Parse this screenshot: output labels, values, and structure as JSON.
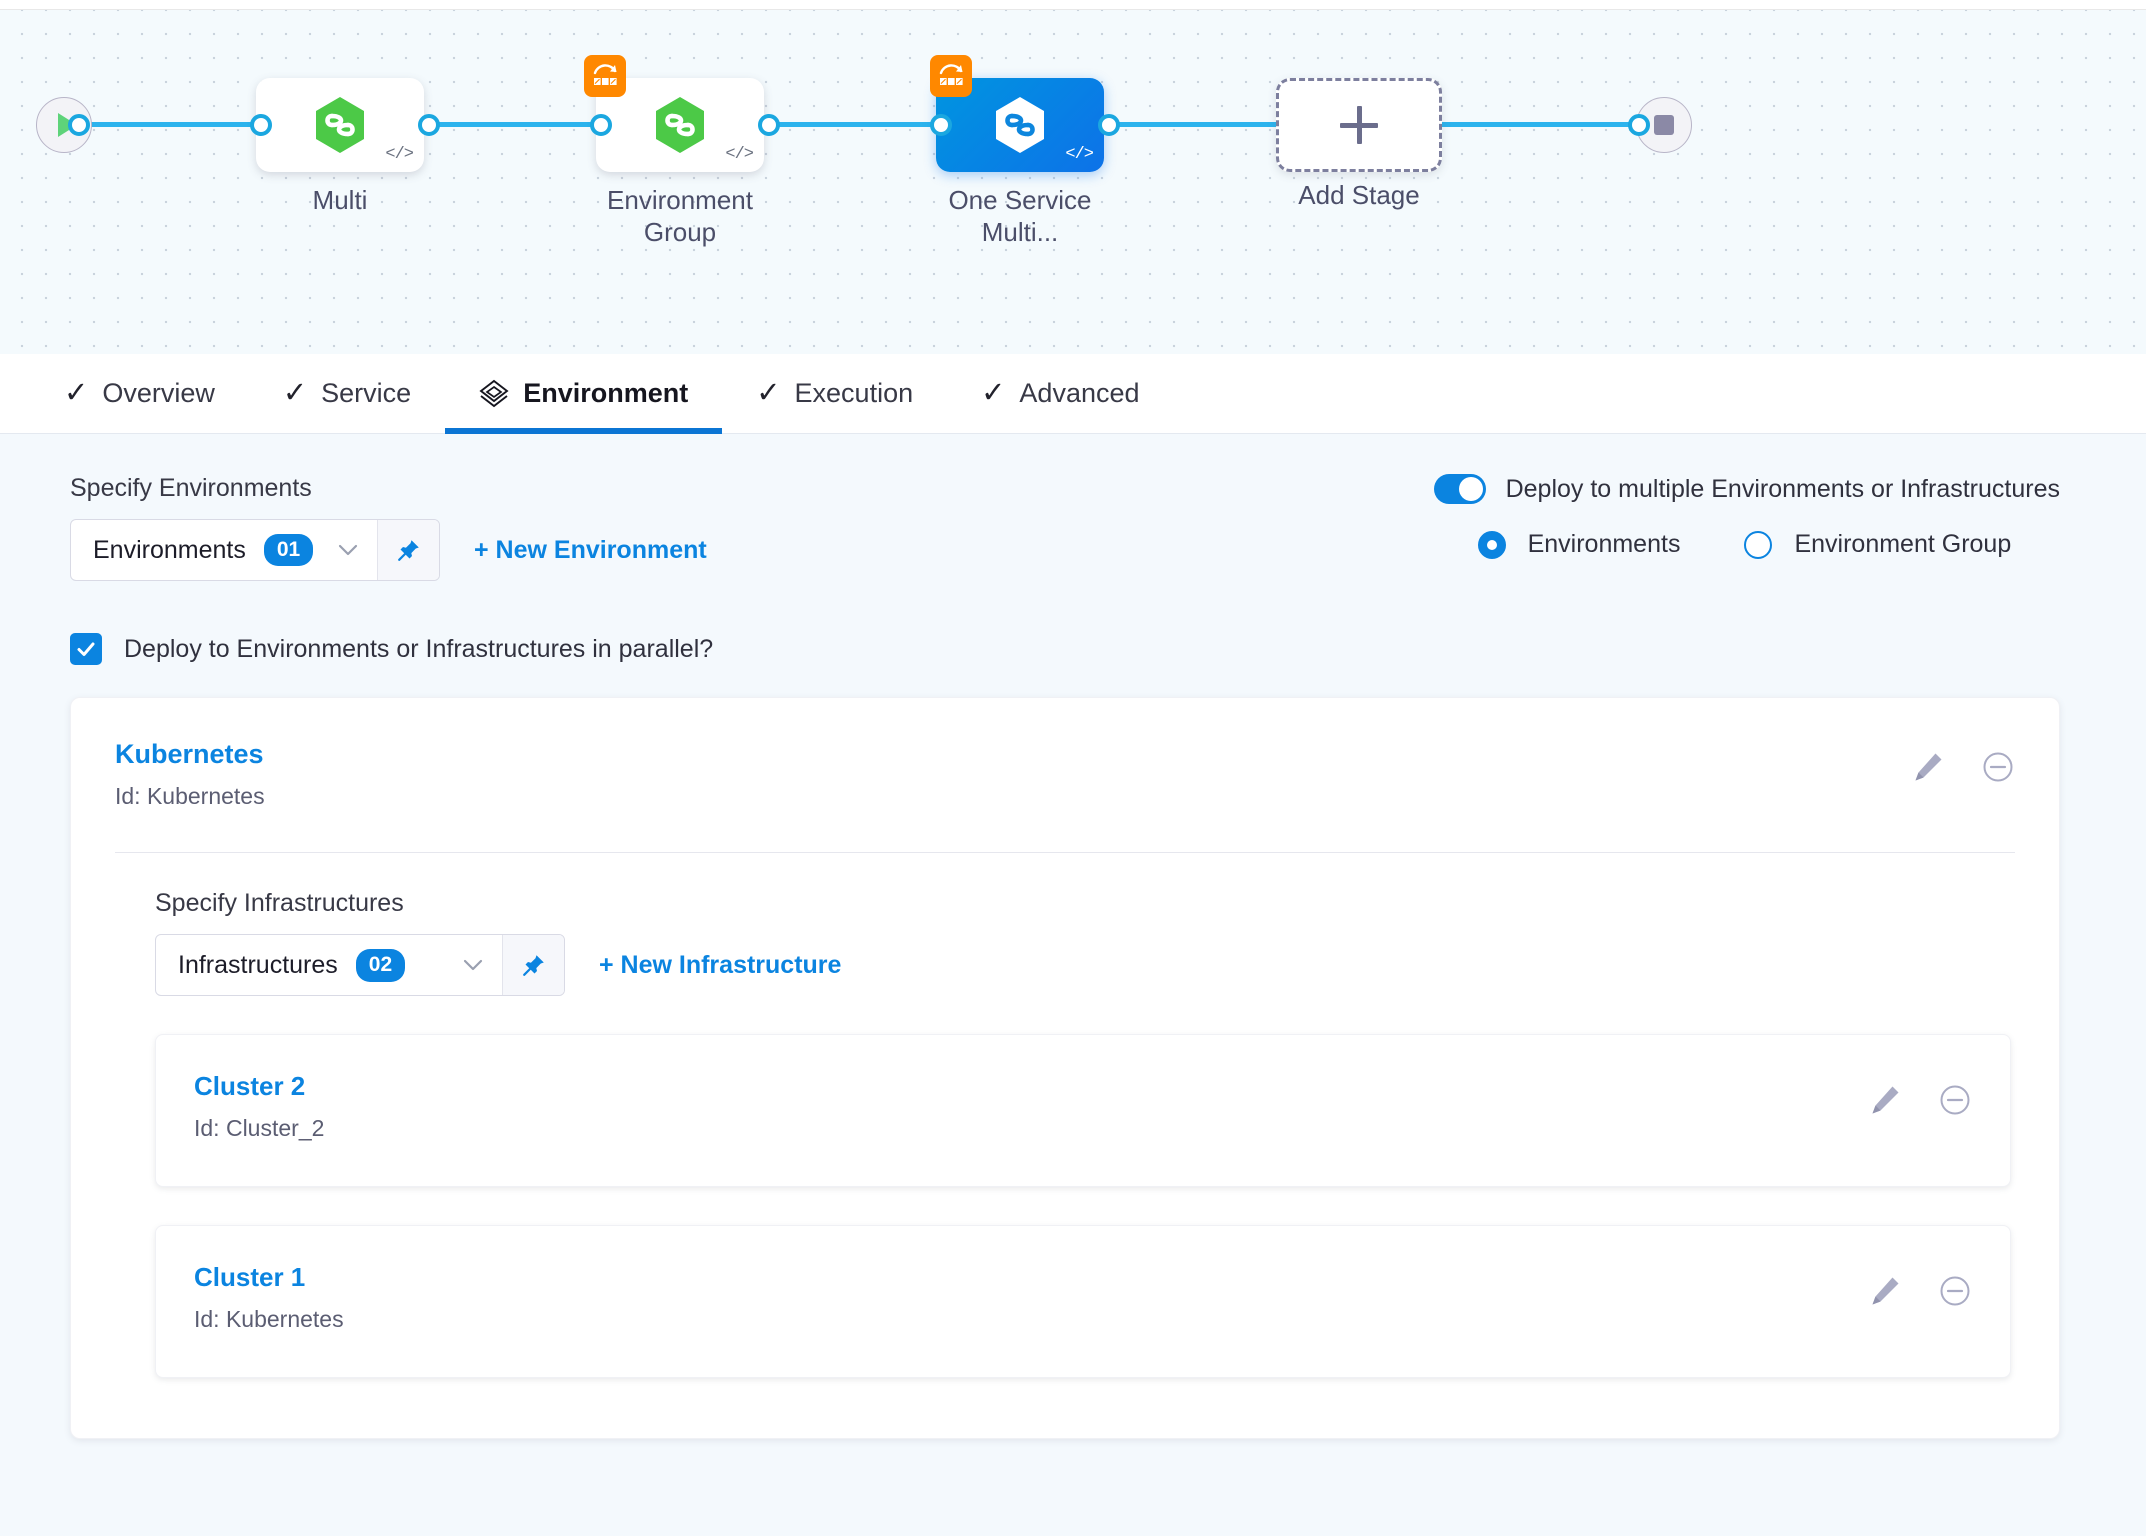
{
  "pipeline": {
    "start_node": {
      "name": "start-node",
      "icon": "play-icon"
    },
    "end_node": {
      "name": "end-node",
      "icon": "stop-icon"
    },
    "stages": [
      {
        "label": "Multi",
        "icon": "harness-service-hex-icon",
        "code_glyph": "</>",
        "selected": false,
        "badge": null
      },
      {
        "label": "Environment\nGroup",
        "label_line1": "Environment",
        "label_line2": "Group",
        "icon": "harness-service-hex-icon",
        "code_glyph": "</>",
        "selected": false,
        "badge": "multi-deploy-badge-icon"
      },
      {
        "label": "One Service\nMulti...",
        "label_line1": "One Service",
        "label_line2": "Multi...",
        "icon": "harness-service-hex-icon",
        "code_glyph": "</>",
        "selected": true,
        "badge": "multi-deploy-badge-icon"
      }
    ],
    "add_stage_label": "Add Stage"
  },
  "tabs": [
    {
      "label": "Overview",
      "icon": "check-icon",
      "active": false
    },
    {
      "label": "Service",
      "icon": "check-icon",
      "active": false
    },
    {
      "label": "Environment",
      "icon": "environment-layers-icon",
      "active": true
    },
    {
      "label": "Execution",
      "icon": "check-icon",
      "active": false
    },
    {
      "label": "Advanced",
      "icon": "check-icon",
      "active": false
    }
  ],
  "environments_section": {
    "title": "Specify Environments",
    "select_label": "Environments",
    "select_count": "01",
    "new_link": "+ New Environment",
    "pin_icon": "pin-icon",
    "caret_icon": "chevron-down-icon"
  },
  "deploy_options": {
    "toggle_label": "Deploy to multiple Environments or Infrastructures",
    "toggle_on": true,
    "radio_environments": "Environments",
    "radio_environment_group": "Environment Group",
    "radio_selected": "Environments"
  },
  "parallel_checkbox": {
    "label": "Deploy to Environments or Infrastructures in parallel?",
    "checked": true
  },
  "environment_card": {
    "name": "Kubernetes",
    "id_text": "Id: Kubernetes",
    "edit_icon": "pencil-icon",
    "remove_icon": "minus-circle-icon"
  },
  "infrastructures_section": {
    "title": "Specify Infrastructures",
    "select_label": "Infrastructures",
    "select_count": "02",
    "new_link": "+ New Infrastructure",
    "pin_icon": "pin-icon",
    "caret_icon": "chevron-down-icon",
    "cards": [
      {
        "name": "Cluster 2",
        "id_text": "Id: Cluster_2",
        "edit_icon": "pencil-icon",
        "remove_icon": "minus-circle-icon"
      },
      {
        "name": "Cluster 1",
        "id_text": "Id: Kubernetes",
        "edit_icon": "pencil-icon",
        "remove_icon": "minus-circle-icon"
      }
    ]
  },
  "colors": {
    "accent_blue": "#0b84e0",
    "edge_blue": "#2cb3ed",
    "badge_orange": "#ff8800",
    "service_green": "#4CC947",
    "canvas_bg": "#f4fafd",
    "page_bg": "#f4f9fd",
    "tab_underline": "#0b75d4"
  }
}
